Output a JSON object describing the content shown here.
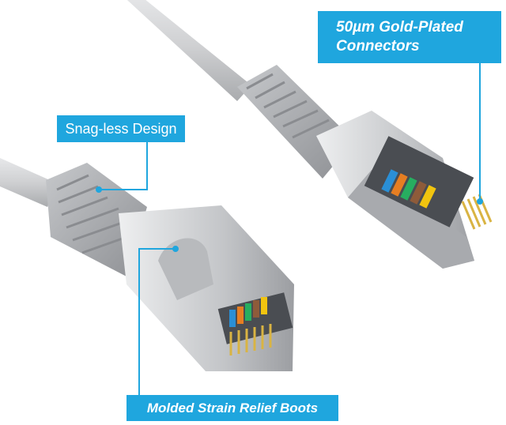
{
  "callouts": {
    "gold_plated_line1": "50µm Gold-Plated",
    "gold_plated_line2": "Connectors",
    "snag_less": "Snag-less Design",
    "strain_relief": "Molded Strain Relief Boots"
  },
  "colors": {
    "accent": "#1fa6de",
    "cable": "#d3d4d6",
    "boot": "#b9bbbe",
    "shield": "#c9cbce",
    "pin_gold": "#d9b443"
  }
}
